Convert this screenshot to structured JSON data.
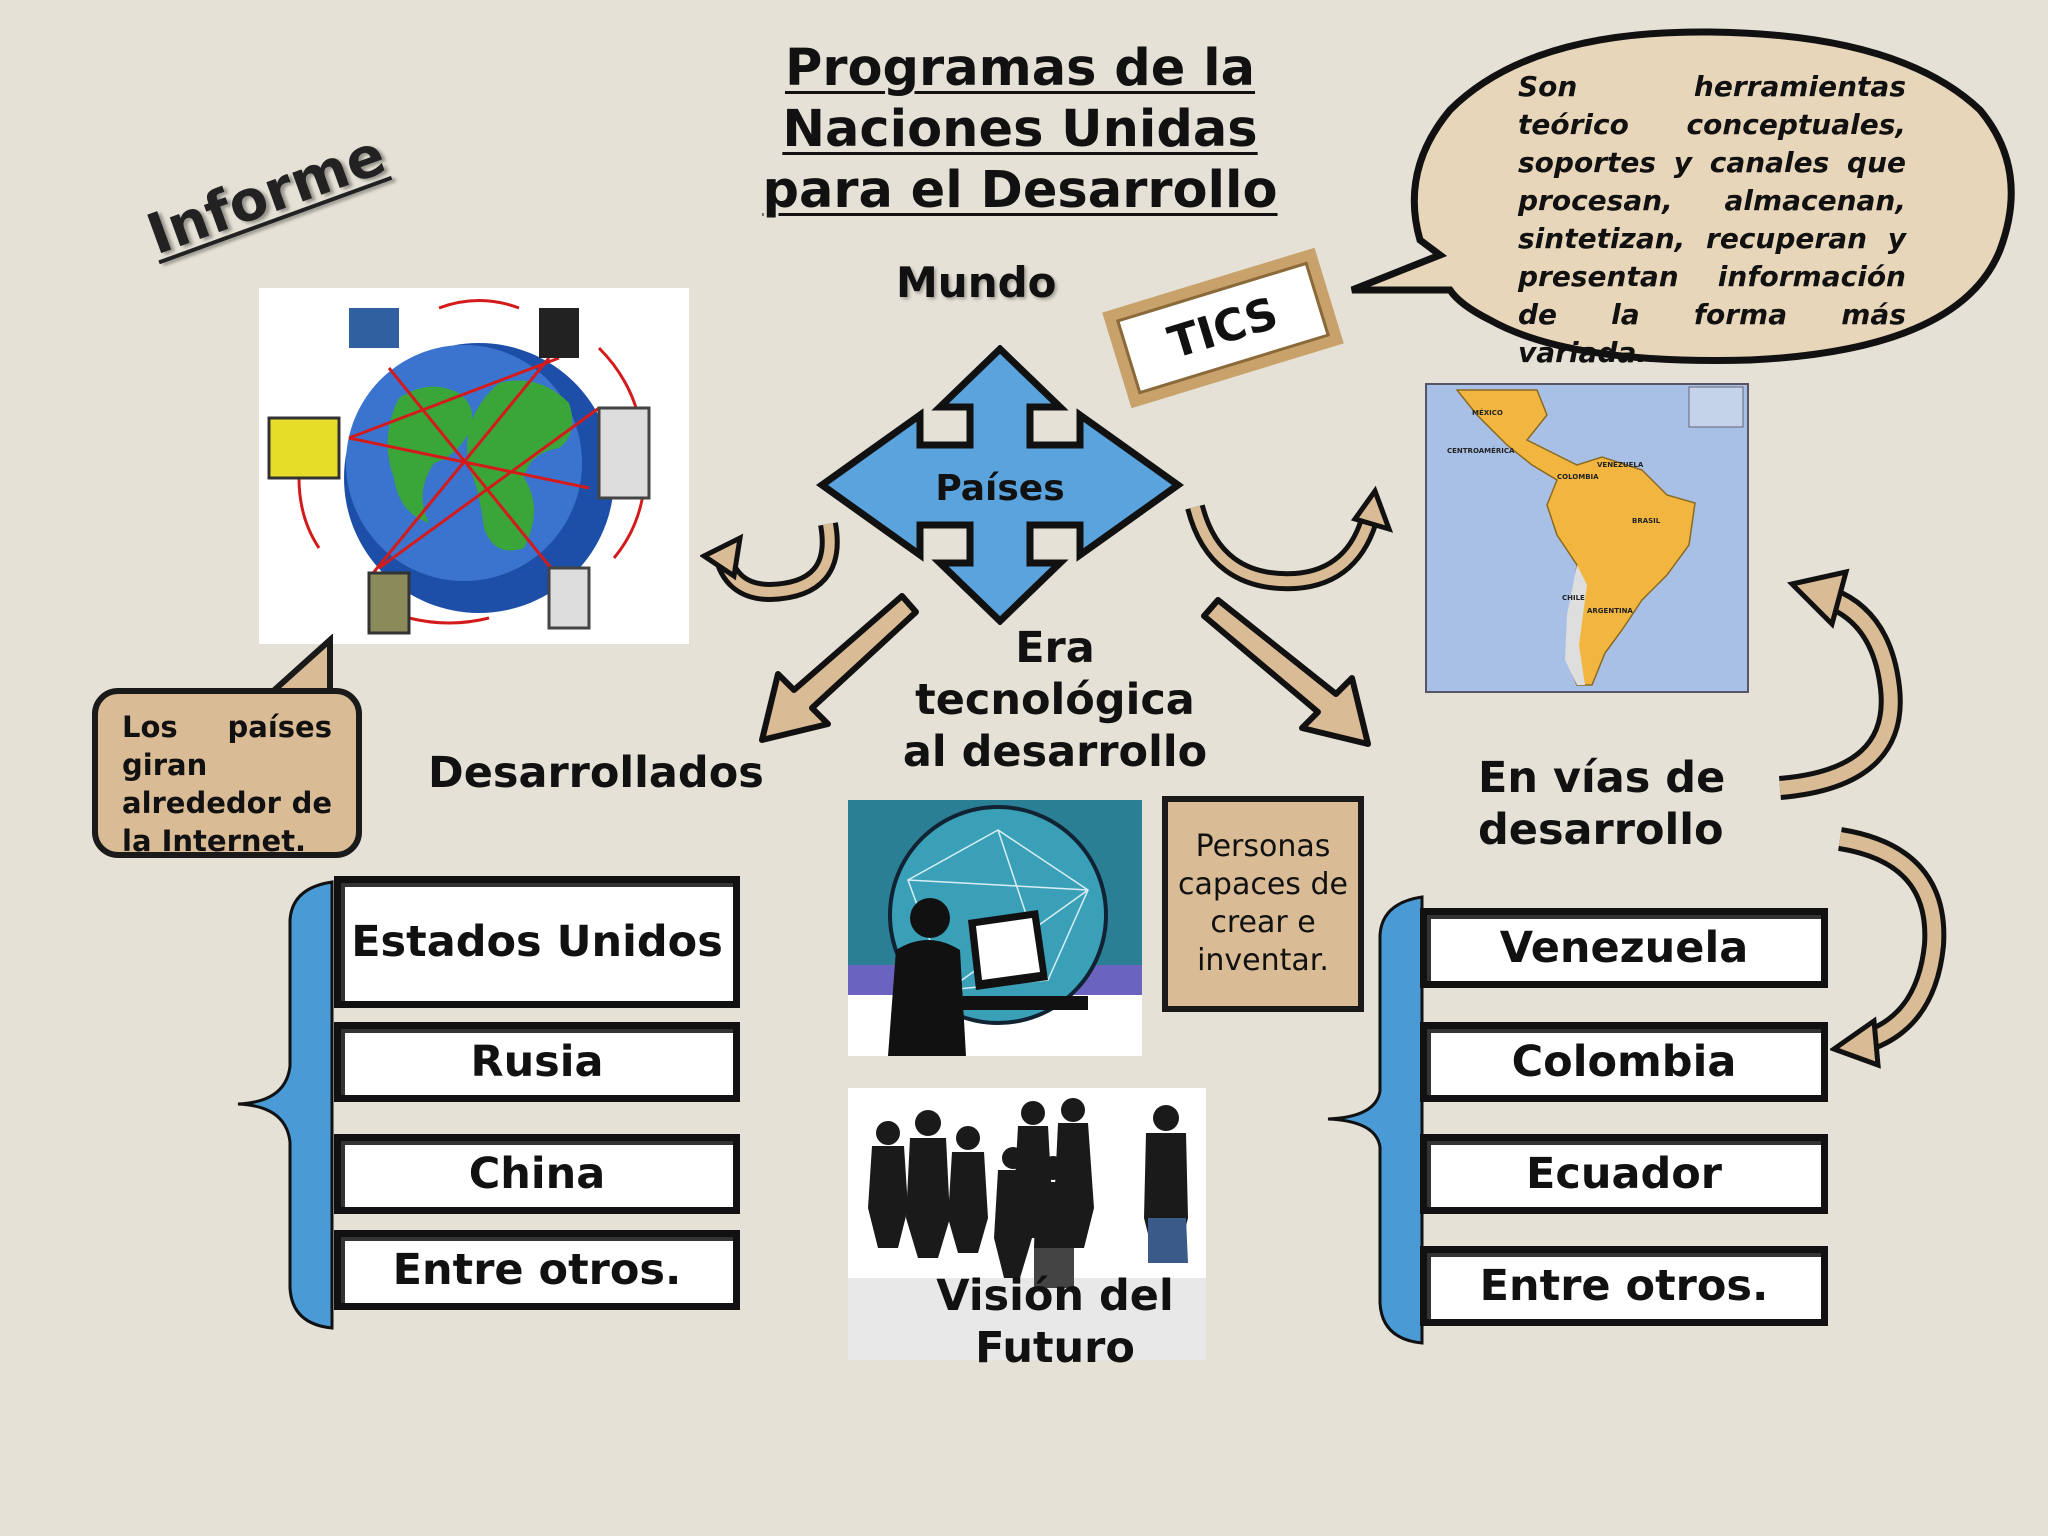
{
  "title": {
    "line1": "Programas de la",
    "line2": "Naciones Unidas",
    "line3": "para el Desarrollo"
  },
  "informe": "Informe",
  "mundo": "Mundo",
  "tics": "TICS",
  "tics_definition": "Son herramientas teórico conceptuales, soportes y canales que procesan, almacenan, sintetizan, recuperan y presentan información de la forma más variada.",
  "paises": "Países",
  "era": {
    "line1": "Era",
    "line2": "tecnológica",
    "line3": "al desarrollo"
  },
  "desarrollados": "Desarrollados",
  "en_vias": "En vías de desarrollo",
  "los_paises_note": "Los países giran alrededor de la Internet.",
  "personas_note": "Personas capaces de crear e inventar.",
  "developed_countries": [
    "Estados Unidos",
    "Rusia",
    "China",
    "Entre otros."
  ],
  "developing_countries": [
    "Venezuela",
    "Colombia",
    "Ecuador",
    "Entre otros."
  ],
  "vision": {
    "line1": "Visión del",
    "line2": "Futuro"
  },
  "map_labels": {
    "mexico": "MÉXICO",
    "centroamerica": "CENTROAMÉRICA",
    "venezuela": "VENEZUELA",
    "colombia": "COLOMBIA",
    "brasil": "BRASIL",
    "chile": "CHILE",
    "argentina": "ARGENTINA"
  },
  "colors": {
    "background": "#e5e1d6",
    "blue_arrow": "#5aa3dc",
    "tan": "#d9bb95",
    "bracket_blue": "#4a9ad6",
    "map_water": "#a9c0e6",
    "map_land": "#f2b640"
  }
}
